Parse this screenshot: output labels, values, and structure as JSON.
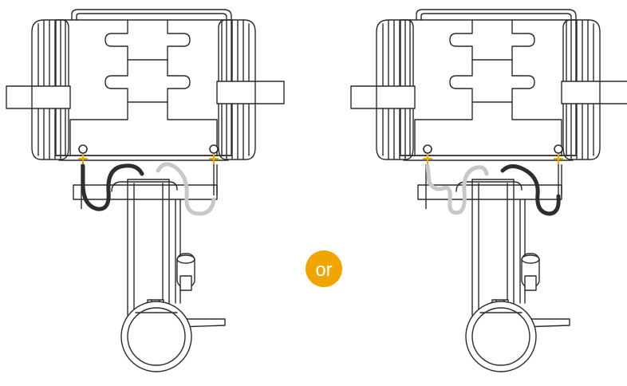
{
  "separator": {
    "label": "or",
    "color": "#F0A500"
  },
  "colors": {
    "outline": "#2a2a2a",
    "dark_cable": "#2e2e2e",
    "light_cable": "#c8c8c8",
    "terminal": "#F0A500",
    "background": "#ffffff"
  },
  "diagrams": [
    {
      "name": "left-wiring-option",
      "dark_cable_side": "left",
      "light_cable_side": "right"
    },
    {
      "name": "right-wiring-option",
      "dark_cable_side": "right",
      "light_cable_side": "left"
    }
  ]
}
